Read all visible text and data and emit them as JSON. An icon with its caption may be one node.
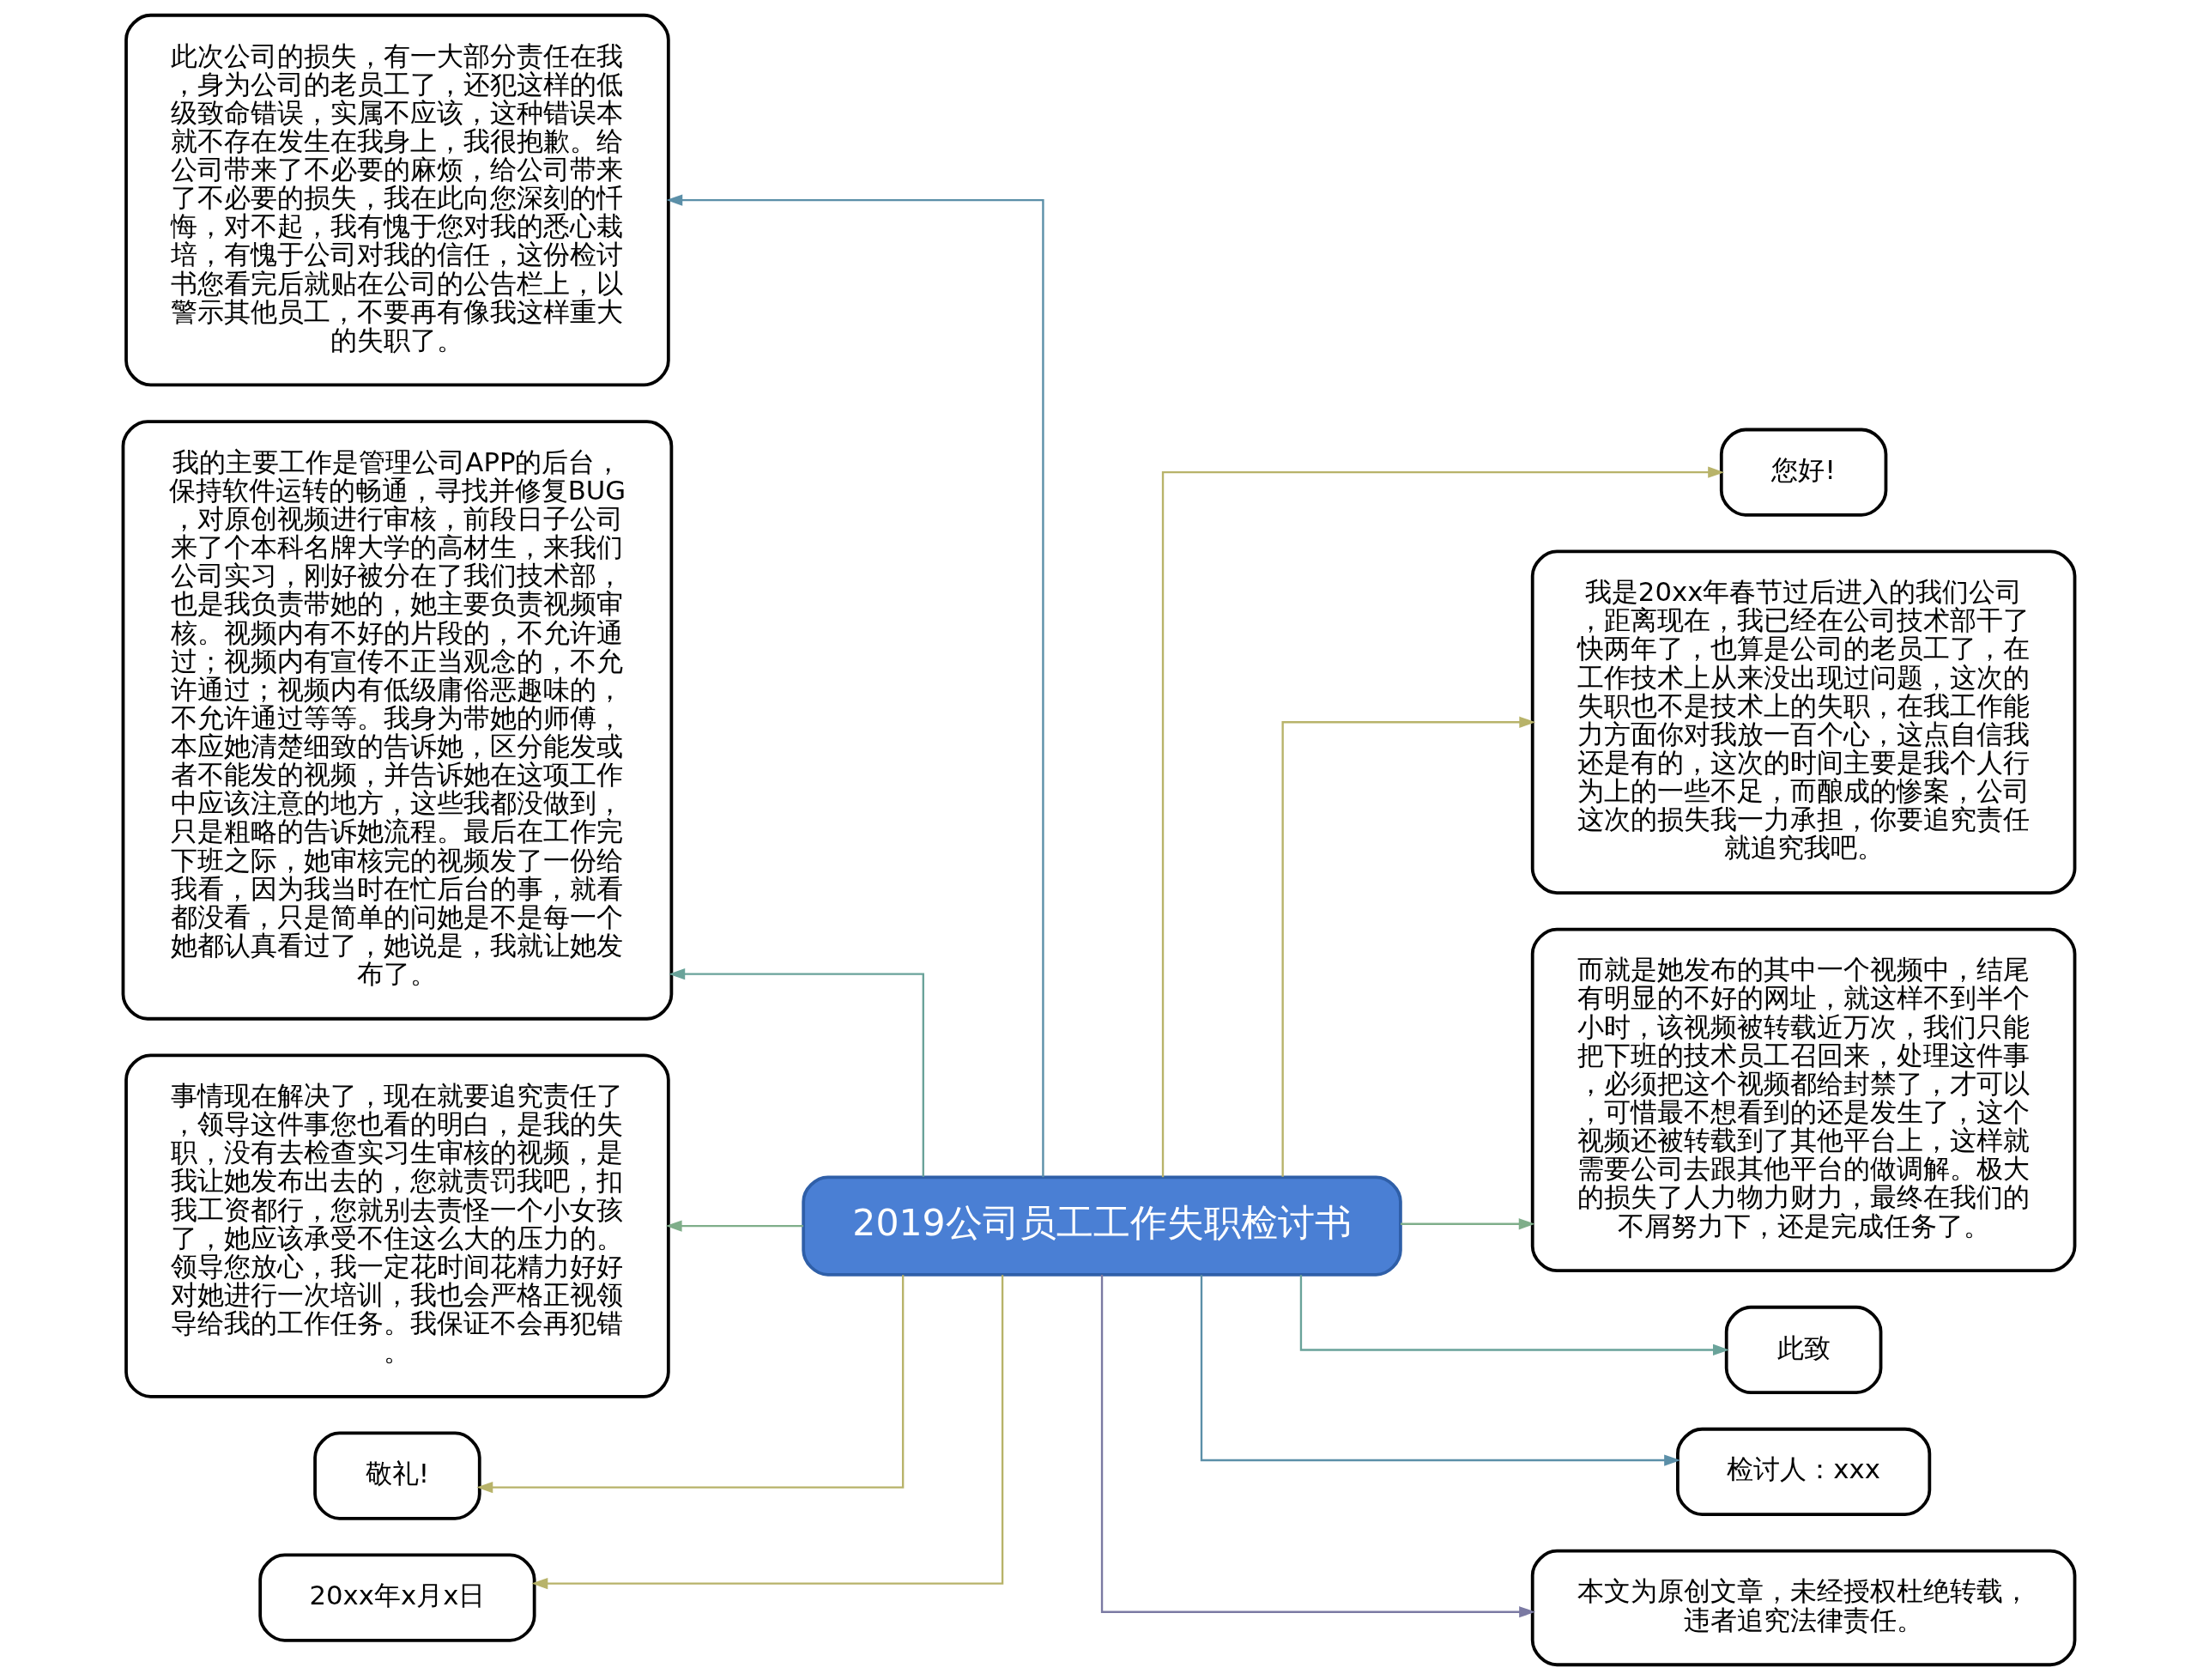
{
  "diagram": {
    "nodes": [
      {
        "text": [
          "2019公司员工工作失职检讨书"
        ]
      },
      {
        "text": [
          "此次公司的损失，有一大部分责任在我，身为公司的老员工了，还犯这样的低级致命错误，实属不应该，这种错误本就不存在发生在我身上，我很抱歉。给公司带来了不必要的麻烦，给公司带来了不必要的损失，我在此向您深刻的忏悔，对不起，我有愧于您对我的悉心栽培，有愧于公司对我的信任，这份检讨书您看完后就贴在公司的公告栏上，以警示其他员工，不要再有像我这样重大的失职了。"
        ]
      },
      {
        "text": [
          "我的主要工作是管理公司APP的后台，保持软件运转的畅通，寻找并修复BUG，对原创视频进行审核，前段日子公司来了个本科名牌大学的高材生，来我们公司实习，刚好被分在了我们技术部，也是我负责带她的，她主要负责视频审核。视频内有不好的片段的，不允许通过；视频内有宣传不正当观念的，不允许通过；视频内有低级庸俗恶趣味的，不允许通过等等。我身为带她的师傅，本应她清楚细致的告诉她，区分能发或者不能发的视频，并告诉她在这项工作中应该注意的地方，这些我都没做到，只是粗略的告诉她流程。最后在工作完下班之际，她审核完的视频发了一份给我看，因为我当时在忙后台的事，就看都没看，只是简单的问她是不是每一个她都认真看过了，她说是，我就让她发布了。"
        ]
      },
      {
        "text": [
          "事情现在解决了，现在就要追究责任了，领导这件事您也看的明白，是我的失职，没有去检查实习生审核的视频，是我让她发布出去的，您就责罚我吧，扣我工资都行，您就别去责怪一个小女孩了，她应该承受不住这么大的压力的。领导您放心，我一定花时间花精力好好对她进行一次培训，我也会严格正视领导给我的工作任务。我保证不会再犯错。"
        ]
      },
      {
        "text": [
          "敬礼!"
        ]
      },
      {
        "text": [
          "20xx年x月x日"
        ]
      },
      {
        "text": [
          "您好!"
        ]
      },
      {
        "text": [
          "我是20xx年春节过后进入的我们公司，距离现在，我已经在公司技术部干了快两年了，也算是公司的老员工了，在工作技术上从来没出现过问题，这次的失职也不是技术上的失职，在我工作能力方面你对我放一百个心，这点自信我还是有的，这次的时间主要是我个人行为上的一些不足，而酿成的惨案，公司这次的损失我一力承担，你要追究责任就追究我吧。"
        ]
      },
      {
        "text": [
          "而就是她发布的其中一个视频中，结尾有明显的不好的网址，就这样不到半个小时，该视频被转载近万次，我们只能把下班的技术员工召回来，处理这件事，必须把这个视频都给封禁了，才可以，可惜最不想看到的还是发生了，这个视频还被转载到了其他平台上，这样就需要公司去跟其他平台的做调解。极大的损失了人力物力财力，最终在我们的不屑努力下，还是完成任务了。"
        ]
      },
      {
        "text": [
          "此致"
        ]
      },
      {
        "text": [
          "检讨人：xxx"
        ]
      },
      {
        "text": [
          "本文为原创文章，未经授权杜绝转载，违者追究法律责任。"
        ]
      }
    ],
    "edges": [
      {
        "from": 0,
        "to": 1,
        "arrow": "to",
        "color": "#5b8fa8"
      },
      {
        "from": 0,
        "to": 2,
        "arrow": "to",
        "color": "#6aa39a"
      },
      {
        "from": 0,
        "to": 3,
        "arrow": "to",
        "color": "#7fae8a"
      },
      {
        "from": 0,
        "to": 4,
        "arrow": "to"
      },
      {
        "from": 0,
        "to": 5,
        "arrow": "to"
      },
      {
        "from": 0,
        "to": 6,
        "arrow": "to"
      },
      {
        "from": 0,
        "to": 7,
        "arrow": "to"
      },
      {
        "from": 0,
        "to": 8,
        "arrow": "to",
        "color": "#7fae8a"
      },
      {
        "from": 0,
        "to": 9,
        "arrow": "to",
        "color": "#6aa39a"
      },
      {
        "from": 0,
        "to": 10,
        "arrow": "to",
        "color": "#5b8fa8"
      },
      {
        "from": 0,
        "to": 11,
        "arrow": "to",
        "color": "#7b7aa3"
      }
    ]
  }
}
